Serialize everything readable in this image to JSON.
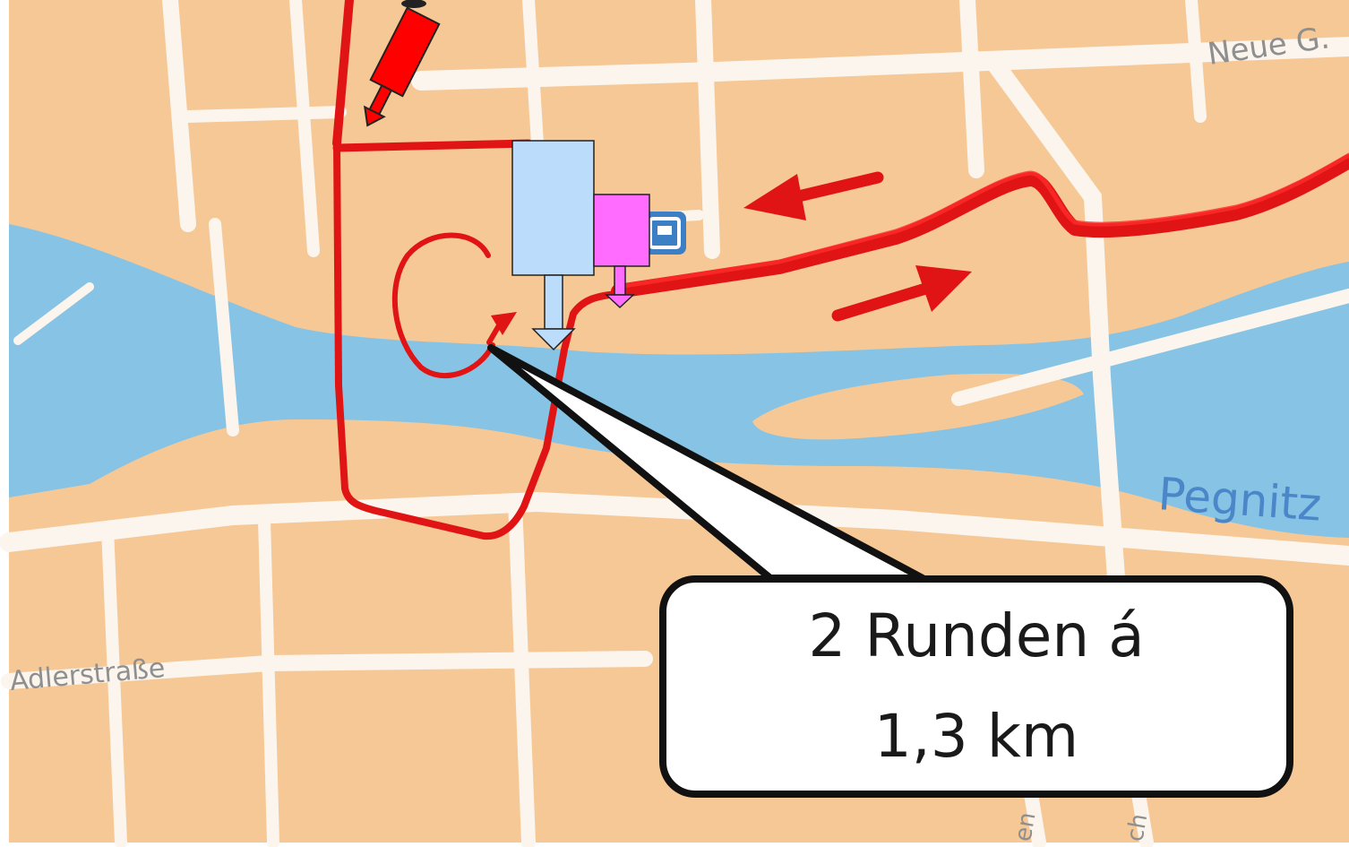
{
  "map": {
    "colors": {
      "land": "#f6c896",
      "water": "#86c3e4",
      "street": "#fbf5ee",
      "route": "#e01414",
      "marker_red": "#ff0000",
      "marker_blue": "#bcdcfb",
      "marker_magenta": "#ff6cff",
      "transit_icon": "#3d7fc4",
      "callout_fill": "#ffffff",
      "callout_border": "#111111"
    },
    "labels": {
      "street_neue_g": "Neue G.",
      "street_adlerstrasse": "Adlerstraße",
      "river_pegnitz": "Pegnitz",
      "street_bottom_1": "en",
      "street_bottom_2": "ch"
    },
    "transit_icon_name": "parking-garage-icon",
    "callout": {
      "line1": "2 Runden á",
      "line2": "1,3 km"
    }
  }
}
